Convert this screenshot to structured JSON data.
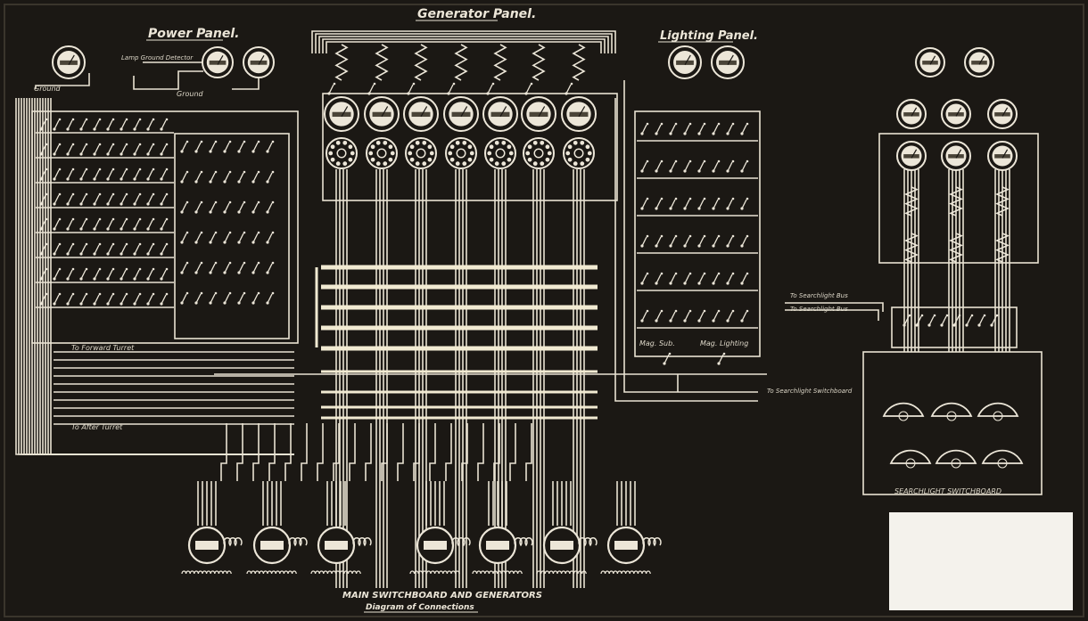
{
  "titles": {
    "generator_panel": "Generator Panel.",
    "power_panel": "Power Panel.",
    "lighting_panel": "Lighting Panel.",
    "main_caption_1": "MAIN SWITCHBOARD AND GENERATORS",
    "main_caption_2": "Diagram of Connections"
  },
  "labels": {
    "ground_left": "Ground",
    "ground_right": "Ground",
    "lamp_ground_detector": "Lamp Ground Detector",
    "fwd_turret": "To Forward Turret",
    "after_turret": "To After Turret",
    "searchlight_main": "To Searchlight Switchboard",
    "mag_sub": "Mag. Sub.",
    "mag_lighting": "Mag. Lighting",
    "searchlight_bus": "To Searchlight Bus",
    "searchlight_bus_2": "To Searchlight Bus"
  },
  "searchlight_panel": {
    "caption": "SEARCHLIGHT SWITCHBOARD"
  },
  "colors": {
    "background": "#1b1814",
    "wire": "#e9e3d3",
    "bus": "#f1ead2",
    "blank_card": "#f4f2ec"
  }
}
